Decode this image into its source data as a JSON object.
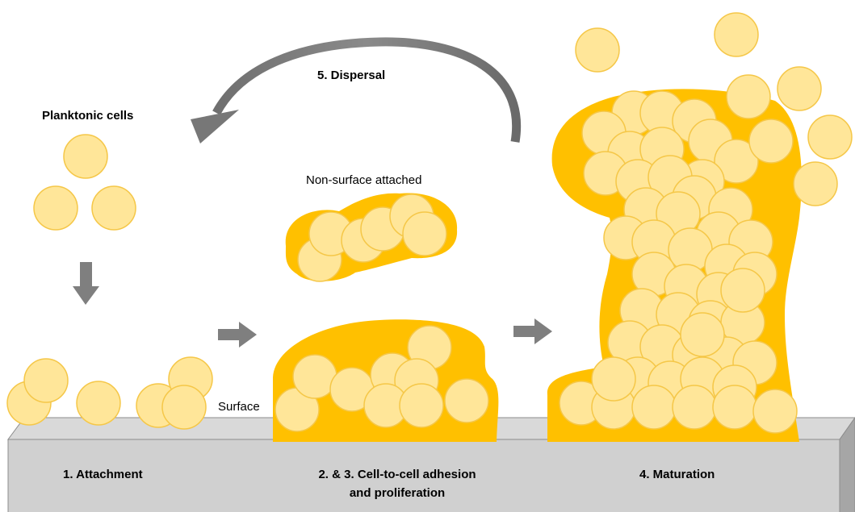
{
  "labels": {
    "planktonic": "Planktonic cells",
    "dispersal": "5. Dispersal",
    "non_surface": "Non-surface attached",
    "surface": "Surface",
    "stage1": "1. Attachment",
    "stage23_line1": "2. & 3. Cell-to-cell adhesion",
    "stage23_line2": "and proliferation",
    "stage4": "4. Maturation"
  },
  "colors": {
    "cell_fill": "#FFE699",
    "cell_stroke": "#F5C748",
    "matrix": "#FFC000",
    "slab_top": "#D9D9D9",
    "slab_front": "#D0D0D0",
    "slab_side": "#A6A6A6",
    "arrow": "#7F7F7F"
  }
}
